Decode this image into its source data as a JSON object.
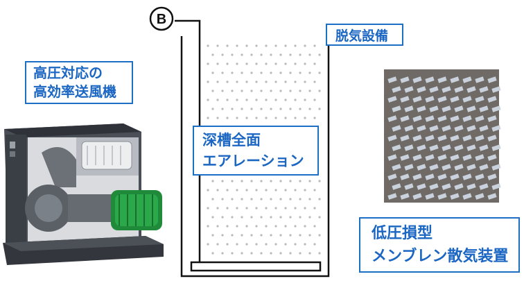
{
  "marker": {
    "letter": "B"
  },
  "labels": {
    "blower": {
      "line1": "高圧対応の",
      "line2": "高効率送風機"
    },
    "degassing": "脱気設備",
    "aeration": {
      "line1": "深槽全面",
      "line2": "エアレーション"
    },
    "diffuser": {
      "line1": "低圧損型",
      "line2": "メンブレン散気装置"
    }
  },
  "colors": {
    "label_border": "#1d6fc6",
    "label_text": "#1a66c2",
    "tank_outline": "#111111",
    "bubble_dots": "#b9b9b9",
    "blower_body": "#3c4148",
    "motor_green": "#1f8a3a"
  }
}
